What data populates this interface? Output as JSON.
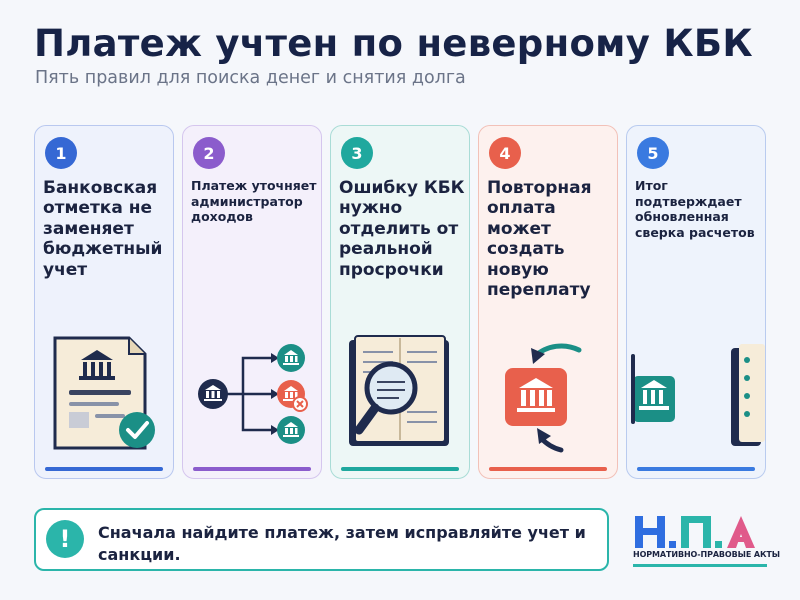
{
  "header": {
    "title": "Платеж учтен по неверному КБК",
    "subtitle": "Пять правил для поиска денег и снятия долга"
  },
  "cards": [
    {
      "number": "1",
      "text": "Банковская отметка не заменяет бюджетный учет",
      "accent": "#3568d4",
      "bg": "#eef2fc",
      "border": "#b9c8ef"
    },
    {
      "number": "2",
      "text": "Платеж уточняет администратор доходов",
      "accent": "#8b5ccc",
      "bg": "#f4f0fb",
      "border": "#d5c6ee"
    },
    {
      "number": "3",
      "text": "Ошибку КБК нужно отделить от реальной просрочки",
      "accent": "#1fa89e",
      "bg": "#edf7f6",
      "border": "#a9dcd6"
    },
    {
      "number": "4",
      "text": "Повторная оплата может создать новую переплату",
      "accent": "#e8604c",
      "bg": "#fdf1ee",
      "border": "#f2c1b8"
    },
    {
      "number": "5",
      "text": "Итог подтверждает обновленная сверка расчетов",
      "accent": "#3a7ae0",
      "bg": "#eef3fc",
      "border": "#b9cbef"
    }
  ],
  "footer": {
    "text": "Сначала найдите платеж, затем исправляйте учет и санкции.",
    "icon": "!"
  },
  "logo": {
    "letters": "Н.П.А",
    "caption": "НОРМАТИВНО-ПРАВОВЫЕ АКТЫ"
  }
}
